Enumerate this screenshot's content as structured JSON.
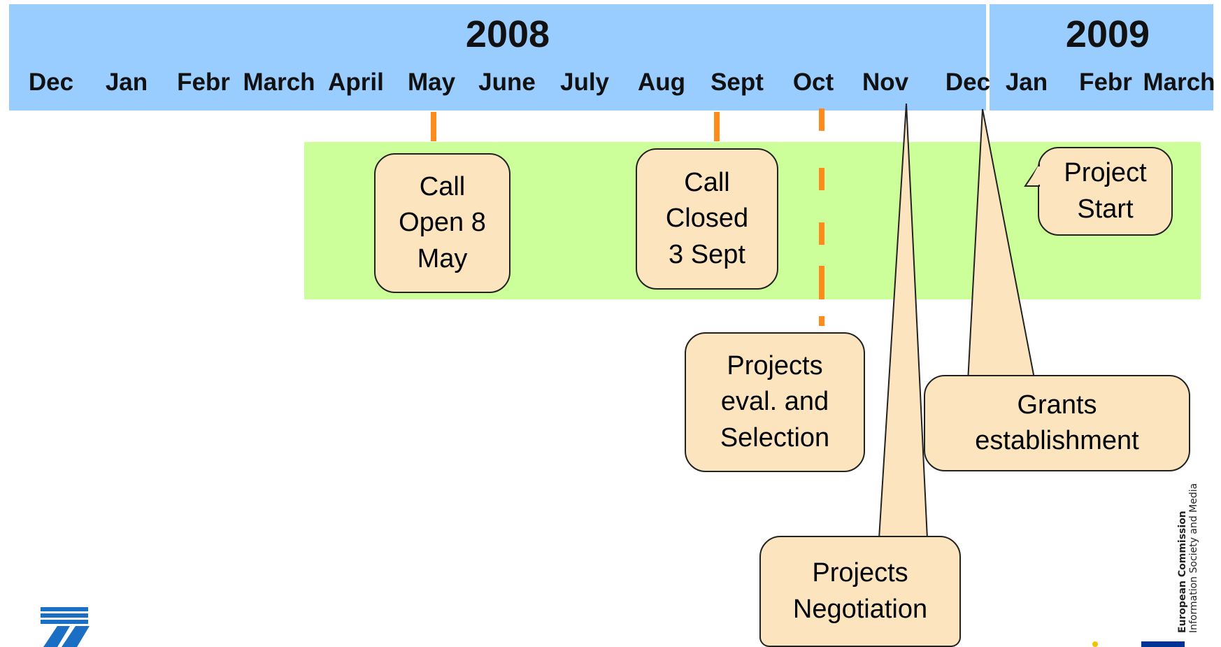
{
  "header": {
    "years": [
      "2008",
      "2009"
    ],
    "months": [
      "Dec",
      "Jan",
      "Febr",
      "March",
      "April",
      "May",
      "June",
      "July",
      "Aug",
      "Sept",
      "Oct",
      "Nov",
      "Dec",
      "Jan",
      "Febr",
      "March"
    ]
  },
  "events": {
    "call_open": "Call\nOpen 8\nMay",
    "call_closed": "Call\nClosed\n3 Sept",
    "project_start": "Project\nStart",
    "evaluation": "Projects\neval. and\nSelection",
    "grants": "Grants\nestablishment",
    "negotiation": "Projects\nNegotiation"
  },
  "footer": {
    "ec_name": "European Commission",
    "ec_dg": "Information Society and Media"
  },
  "colors": {
    "header_band": "#99ccff",
    "period_band": "#ccff99",
    "box_fill": "#fce4bf",
    "marker": "#ff8c1a",
    "fp7_logo": "#1a6fc4",
    "ec_logo": "#003399"
  },
  "icons": [
    "fp7-logo-icon",
    "ec-logo-icon"
  ]
}
